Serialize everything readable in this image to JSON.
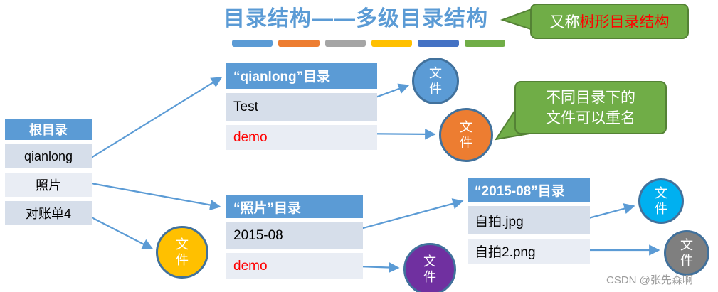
{
  "title": {
    "text": "目录结构——多级目录结构",
    "color": "#5B9BD5"
  },
  "theme_bars": {
    "colors": [
      "#5B9BD5",
      "#ED7D31",
      "#A5A5A5",
      "#FFC000",
      "#4472C4",
      "#70AD47"
    ]
  },
  "tables": {
    "root": {
      "header": "根目录",
      "rows": [
        {
          "label": "qianlong"
        },
        {
          "label": "照片"
        },
        {
          "label": "对账单4"
        }
      ]
    },
    "qianlong_dir": {
      "header": "“qianlong”目录",
      "rows": [
        {
          "label": "Test"
        },
        {
          "label": "demo"
        }
      ]
    },
    "photo_dir": {
      "header": "“照片”目录",
      "rows": [
        {
          "label": "2015-08"
        },
        {
          "label": "demo"
        }
      ]
    },
    "album_dir": {
      "header": "“2015-08”目录",
      "rows": [
        {
          "label": "自拍.jpg"
        },
        {
          "label": "自拍2.png"
        }
      ]
    }
  },
  "file_circle_label": "文件",
  "file_circles": [
    {
      "name": "file-blue",
      "fill": "#5B9BD5"
    },
    {
      "name": "file-orange",
      "fill": "#ED7D31"
    },
    {
      "name": "file-yellow",
      "fill": "#FFC000"
    },
    {
      "name": "file-purple",
      "fill": "#7030A0"
    },
    {
      "name": "file-cyan",
      "fill": "#00B0F0"
    },
    {
      "name": "file-gray",
      "fill": "#7F7F7F"
    }
  ],
  "callouts": {
    "alias": {
      "prefix": "又称",
      "highlight": "树形目录结构",
      "highlight_color": "#FF0000"
    },
    "note": {
      "line1": "不同目录下的",
      "line2": "文件可以重名"
    }
  },
  "colors": {
    "accent_blue": "#5B9BD5",
    "header_bg": "#5B9BD5",
    "row_dark": "#D6DEEA",
    "row_light": "#E9EDF4",
    "demo_red": "#FF0000",
    "callout_green": "#70AD47",
    "callout_border": "#548235",
    "circle_border": "#41719C",
    "arrow_blue": "#5B9BD5"
  },
  "watermark": {
    "text": "CSDN @张先森啊"
  }
}
